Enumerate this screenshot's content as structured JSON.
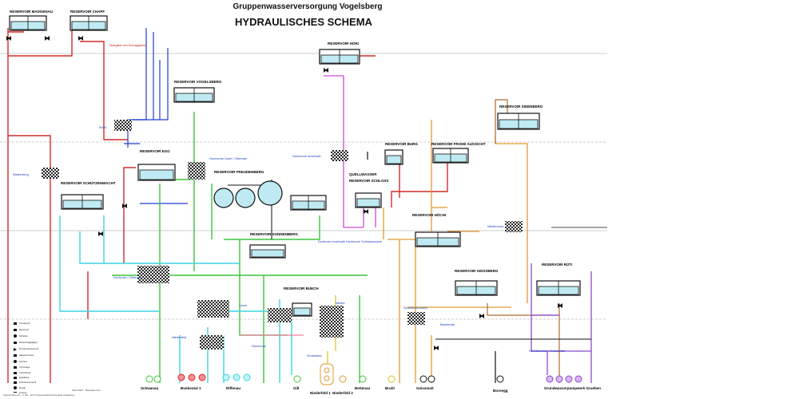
{
  "header": {
    "title": "Gruppenwasserversorgung Vogelsberg",
    "subtitle": "HYDRAULISCHES SCHEMA"
  },
  "reservoirs": {
    "madgenau": "RESERVOIR MADGENAU",
    "chapf": "RESERVOIR CHAPF",
    "hori": "RESERVOIR HORI",
    "vogelsberg": "RESERVOIR VOGELSBERG",
    "sidenberg": "RESERVOIR SIDENBERG",
    "egg": "RESERVOIR EGG",
    "burg": "RESERVOIR BURG",
    "frohe_aussicht": "RESERVOIR FROHE AUSSICHT",
    "freudenberg": "RESERVOIR FREUDENBERG",
    "schuetzenwacht": "RESERVOIR SCHÜTZENWACHT",
    "schloss": "RESERVOIR SCHLOSS",
    "quellwasser": "QUELLWASSER",
    "hoechi": "RESERVOIR HÖCHI",
    "sonnenberg": "RESERVOIR SONNENBERG",
    "buech": "RESERVOIR BUECH",
    "geissberg": "RESERVOIR GEISSBERG",
    "rueti": "RESERVOIR RÜTI"
  },
  "zone_labels": {
    "brühl": "Brühl",
    "niederberg": "Niederberg",
    "dorfzone_oberrain": "Dorfzone / Oberrain",
    "ussri": "Ussri",
    "nieder": "Nieder",
    "schwarzenbach": "Schwarzen-bach",
    "hochzone_ussri": "Hochzone Ussri / Oberrain",
    "niederzone": "Niederzone",
    "hochzone": "Hochzone",
    "niederfeld": "Niederfeld",
    "dorfzone_schloss": "Dorfzone innerhalb Hochzone Schlossranken",
    "oberbrennen": "Oberbrennen / Sonnenter",
    "grosswies": "Grosswies",
    "niederbal": "Niederbal",
    "hochzone_rest": "Hochzone innerhalb",
    "bachsental": "Bachental"
  },
  "sources_note": "Übergabe vom Einzugsgebiet",
  "pumping": {
    "schwanau": "Schwanau",
    "buebental": "Buebental 1",
    "riffenau": "Riffenau",
    "gill": "Gill",
    "niederfeld1": "Niederfeld 1",
    "niederfeld2": "Niederfeld 2",
    "bettenau": "Bettenau",
    "bruhl": "Bruhl",
    "geissmatt": "Geissmatt",
    "bornegg": "Bornegg",
    "grundwasser": "Grundwasserpumpwerk Grueben"
  },
  "legend": [
    "Pumpwerk",
    "Reservoir",
    "Schieber",
    "Rückschlagklappe",
    "Druckreduzierventil",
    "Wassermesser",
    "Hydrant",
    "UV-Anlage",
    "Verbindung",
    "Entlüftung",
    "Schwimmerventil",
    "Quelle",
    "Leitung"
  ],
  "footer": {
    "left": "Ingenieurbüro W. + J. AG · GVV Gruppenwasserversorgung Vogelsberg",
    "right": "Stand 2007 · Massstab ohne"
  },
  "colors": {
    "red": "#d42a2a",
    "blue": "#1f3fd0",
    "green": "#3cc43c",
    "cyan": "#3fd4e0",
    "magenta": "#d04ad0",
    "orange": "#e09a30",
    "brown": "#b06a30",
    "purple": "#8a4ad0",
    "yellow": "#d8c020",
    "pink": "#f080a0",
    "black": "#111111"
  }
}
